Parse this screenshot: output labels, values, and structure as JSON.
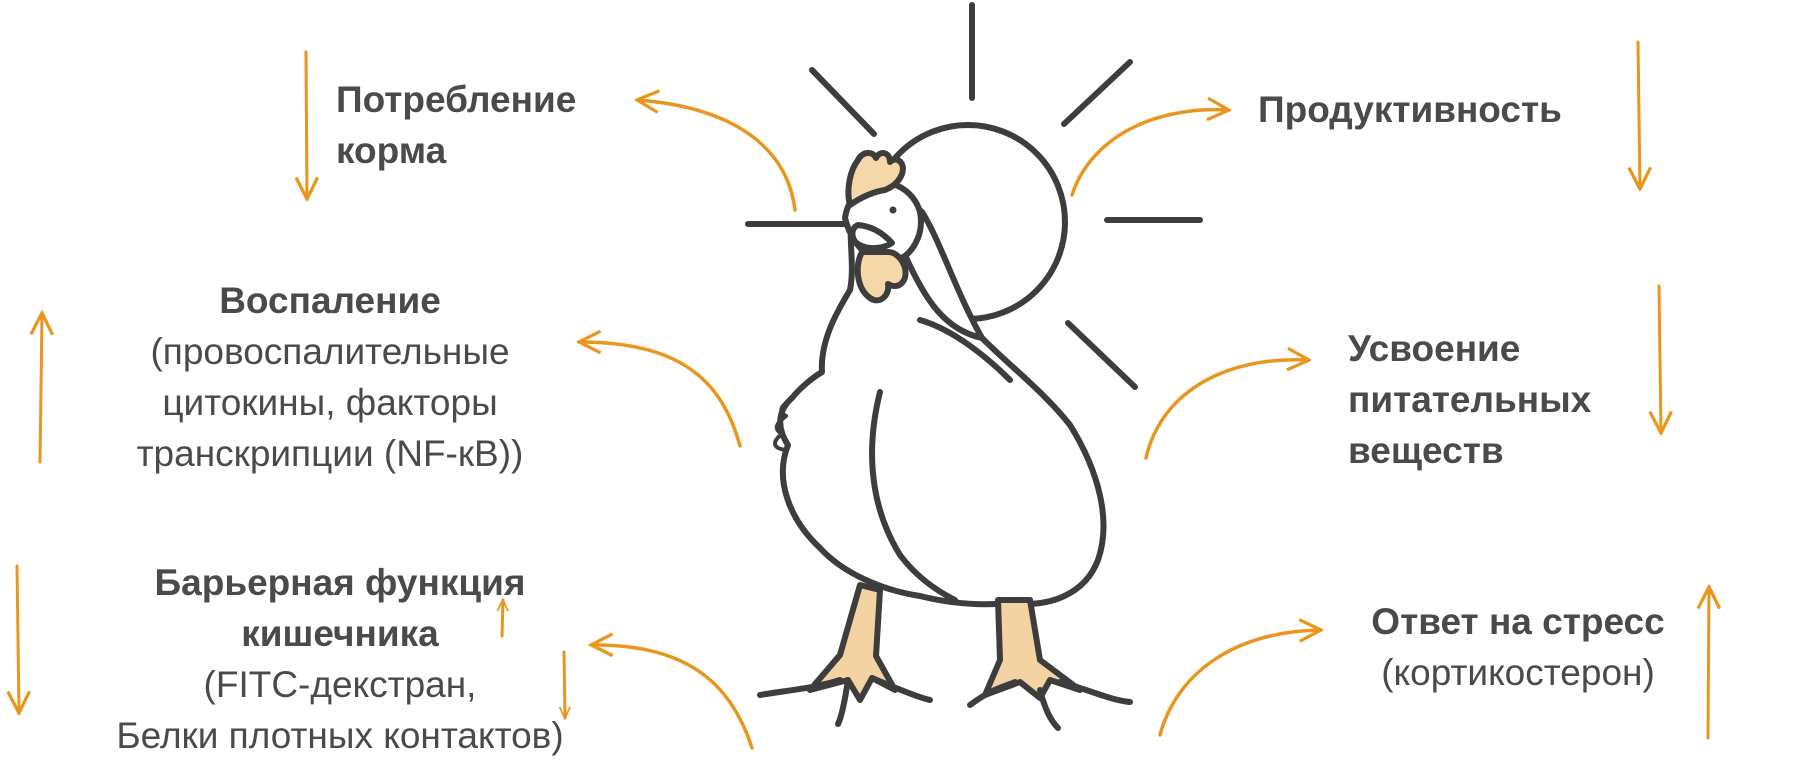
{
  "colors": {
    "accent": "#E8961E",
    "outline": "#3d3d3d",
    "text": "#4a4a4a",
    "comb_fill": "#F6D7A8",
    "feet_fill": "#F4D3A2"
  },
  "labels": {
    "feed": {
      "title_1": "Потребление",
      "title_2": "корма",
      "trend": "down"
    },
    "productivity": {
      "title_1": "Продуктивность",
      "trend": "down"
    },
    "inflammation": {
      "title_1": "Воспаление",
      "sub_1": "(провоспалительные",
      "sub_2": "цитокины, факторы",
      "sub_3": "транскрипции (NF-кB))",
      "trend": "up"
    },
    "nutrients": {
      "title_1": "Усвоение",
      "title_2": "питательных",
      "title_3": "веществ",
      "trend": "down"
    },
    "barrier": {
      "title_1": "Барьерная функция",
      "title_2": "кишечника",
      "sub_1": "(FITC-декстран,",
      "sub_2": "Белки плотных контактов)",
      "trend": "down",
      "inline_trends": [
        "up",
        "down"
      ]
    },
    "stress": {
      "title_1": "Ответ на стресс",
      "sub_1": "(кортикостерон)",
      "trend": "up"
    }
  }
}
